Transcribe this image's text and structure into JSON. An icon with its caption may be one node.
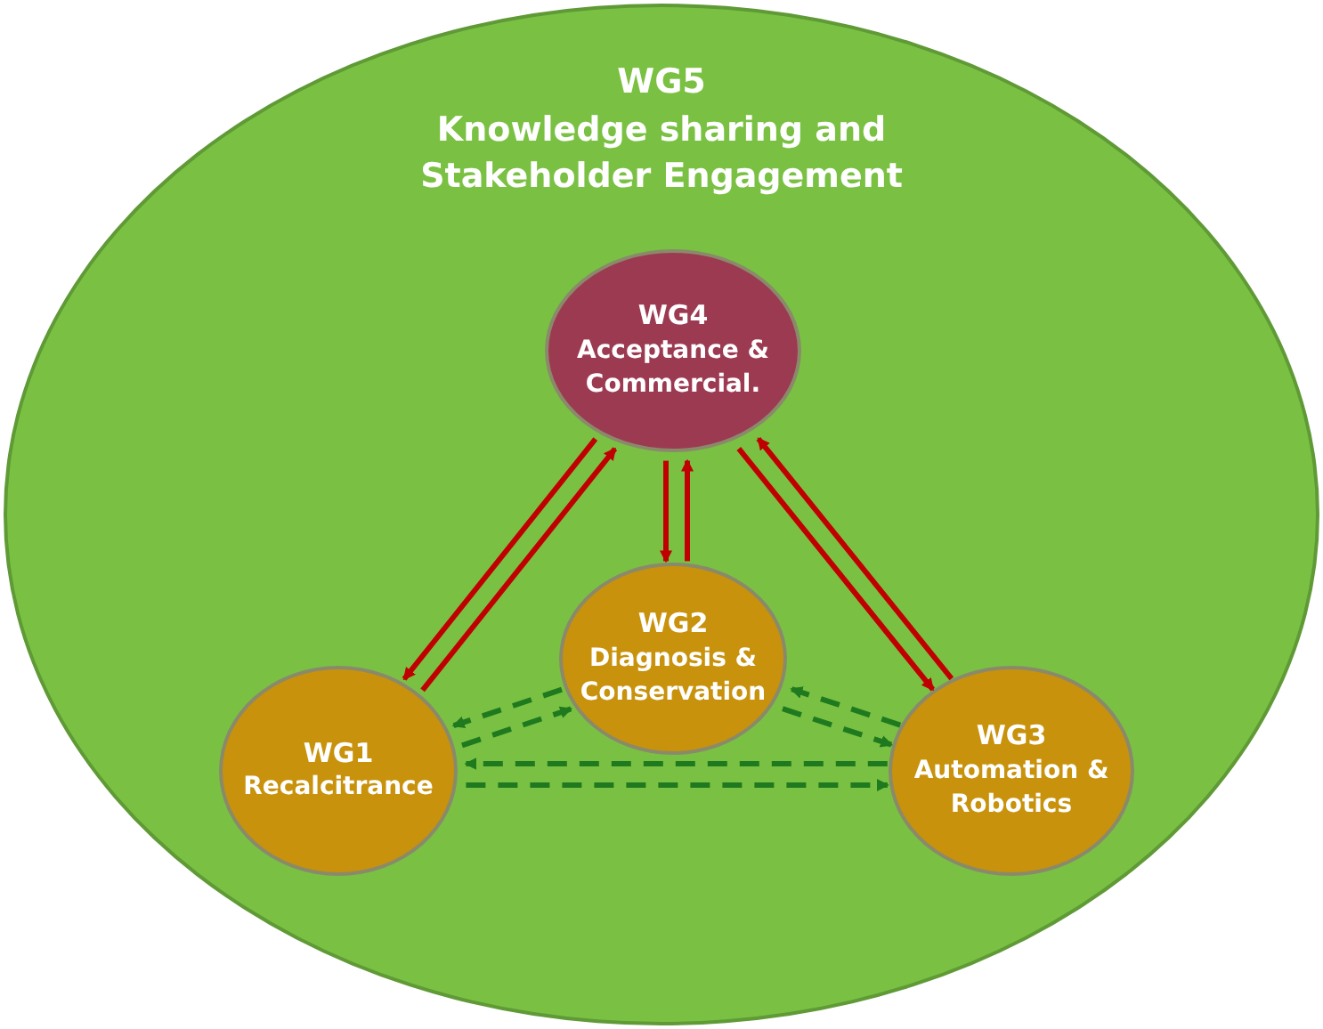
{
  "diagram": {
    "nodes": [
      {
        "text": [
          "WG5",
          "Knowledge sharing and Stakeholder Engagement"
        ]
      },
      {
        "text": [
          "WG4",
          "Acceptance & Commercial."
        ],
        "in": 0
      },
      {
        "text": [
          "WG2",
          "Diagnosis & Conservation"
        ],
        "in": 0
      },
      {
        "text": [
          "WG1",
          "Recalcitrance"
        ],
        "in": 0
      },
      {
        "text": [
          "WG3",
          "Automation & Robotics"
        ],
        "in": 0
      }
    ],
    "edges": [
      {
        "from": 1,
        "to": 3,
        "arrow": "to"
      },
      {
        "from": 3,
        "to": 1,
        "arrow": "to"
      },
      {
        "from": 1,
        "to": 2,
        "arrow": "to"
      },
      {
        "from": 2,
        "to": 1,
        "arrow": "to"
      },
      {
        "from": 1,
        "to": 4,
        "arrow": "to"
      },
      {
        "from": 4,
        "to": 1,
        "arrow": "to"
      },
      {
        "from": 3,
        "to": 2,
        "arrow": "to",
        "style": "dashed",
        "color": "#1f7a1f"
      },
      {
        "from": 2,
        "to": 3,
        "arrow": "to",
        "style": "dashed",
        "color": "#1f7a1f"
      },
      {
        "from": 2,
        "to": 4,
        "arrow": "to",
        "style": "dashed",
        "color": "#1f7a1f"
      },
      {
        "from": 4,
        "to": 2,
        "arrow": "to",
        "style": "dashed",
        "color": "#1f7a1f"
      },
      {
        "from": 3,
        "to": 4,
        "arrow": "to",
        "style": "dashed",
        "color": "#1f7a1f"
      },
      {
        "from": 4,
        "to": 3,
        "arrow": "to",
        "style": "dashed",
        "color": "#1f7a1f"
      }
    ]
  }
}
